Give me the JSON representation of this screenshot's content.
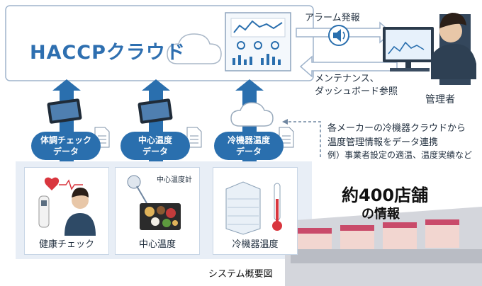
{
  "cloud": {
    "title": "HACCPクラウド"
  },
  "right": {
    "alarm": "アラーム発報",
    "maintenance_line1": "メンテナンス、",
    "maintenance_line2": "ダッシュボード参照",
    "admin": "管理者"
  },
  "pills": [
    {
      "line1": "体調チェック",
      "line2": "データ"
    },
    {
      "line1": "中心温度",
      "line2": "データ"
    },
    {
      "line1": "冷機器温度",
      "line2": "データ"
    }
  ],
  "note": {
    "line1": "各メーカーの冷機器クラウドから",
    "line2": "温度管理情報をデータ連携",
    "line3": "例）事業者設定の適温、温度実績など"
  },
  "cards": [
    {
      "label": "健康チェック"
    },
    {
      "label": "中心温度",
      "tag": "中心温度計"
    },
    {
      "label": "冷機器温度"
    }
  ],
  "stores": {
    "count": "約400店舗",
    "sub": "の情報"
  },
  "caption": "システム概要図",
  "colors": {
    "accent": "#2a6fae",
    "panel": "#e8eef6",
    "title": "#2e6fb0"
  }
}
